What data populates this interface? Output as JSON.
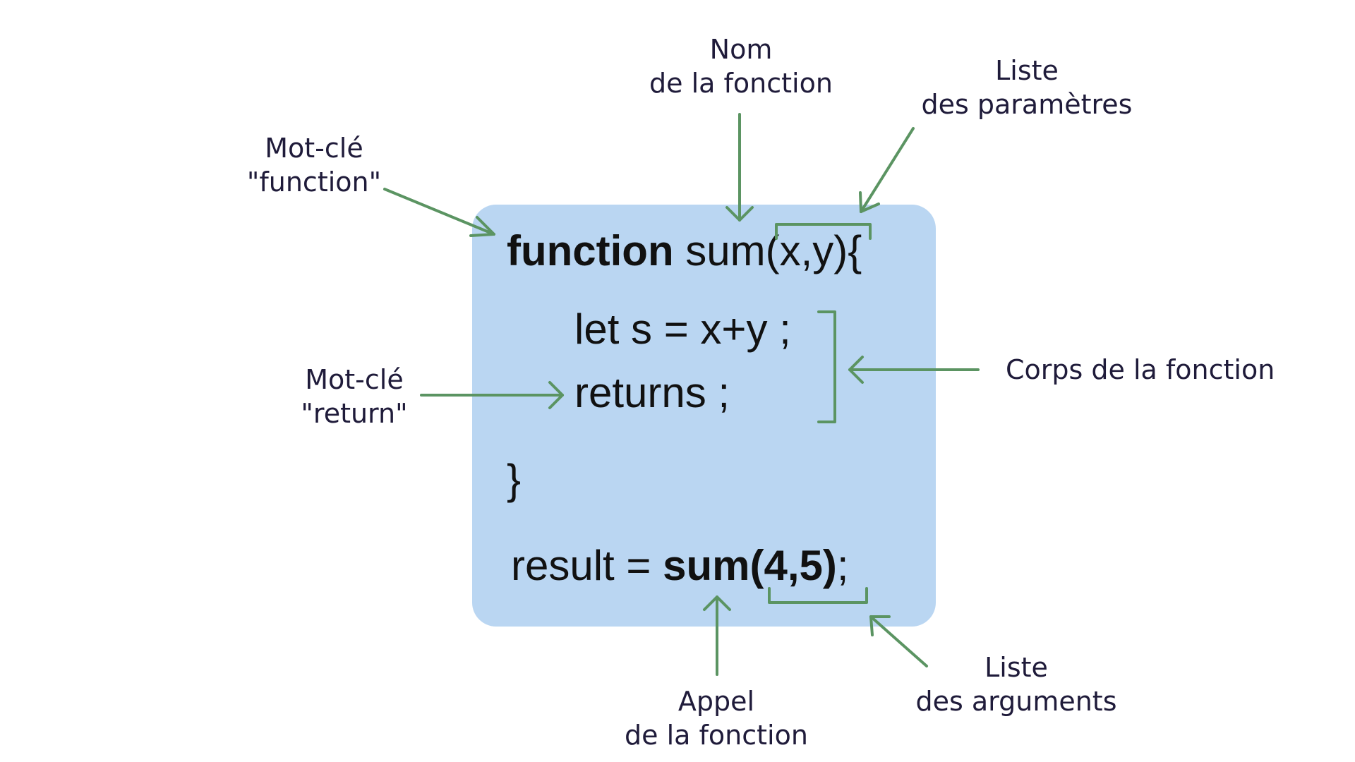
{
  "code": {
    "line1": {
      "keyword": "function",
      "name": " sum",
      "params": "(x,y)",
      "brace": "{"
    },
    "line2": "let s = x+y ;",
    "line3": "returns ;",
    "line4": "}",
    "line5": {
      "prefix": "result = ",
      "call": "sum(4,5)",
      "end": ";"
    }
  },
  "labels": {
    "keyword_function": [
      "Mot-clé",
      "\"function\""
    ],
    "function_name": [
      "Nom",
      "de la fonction"
    ],
    "param_list": [
      "Liste",
      "des paramètres"
    ],
    "function_body": [
      "Corps de la fonction"
    ],
    "keyword_return": [
      "Mot-clé",
      "\"return\""
    ],
    "function_call": [
      "Appel",
      "de la fonction"
    ],
    "argument_list": [
      "Liste",
      "des arguments"
    ]
  },
  "colors": {
    "box": "#bad6f2",
    "arrow": "#5b9462",
    "label_text": "#1f1b3a",
    "code_text": "#111111"
  }
}
